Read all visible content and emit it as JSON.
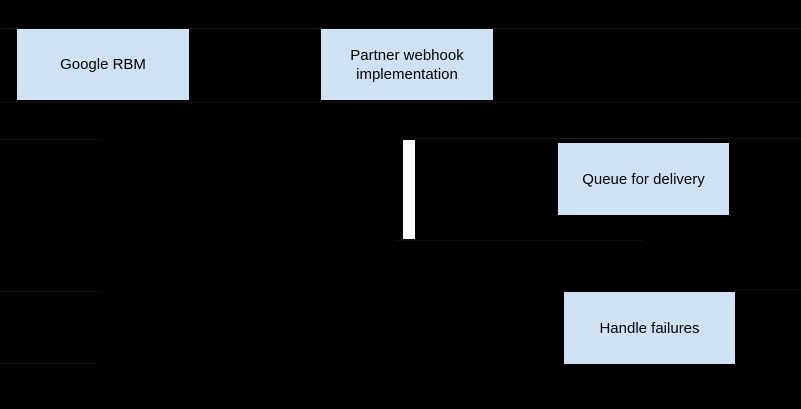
{
  "diagram": {
    "type": "flow-diagram",
    "background": "#000000",
    "nodes": [
      {
        "id": "google-rbm",
        "label": "Google RBM"
      },
      {
        "id": "partner-webhook",
        "label": "Partner webhook implementation"
      },
      {
        "id": "queue-for-delivery",
        "label": "Queue for delivery"
      },
      {
        "id": "handle-failures",
        "label": "Handle failures"
      }
    ],
    "activation_bar": {
      "shape": "vertical-bar",
      "color": "#ffffff"
    },
    "colors": {
      "node_fill": "#cfe2f3",
      "node_text": "#000000",
      "activation_bar": "#ffffff",
      "background": "#000000",
      "trace_line": "#0f0f0f"
    }
  }
}
